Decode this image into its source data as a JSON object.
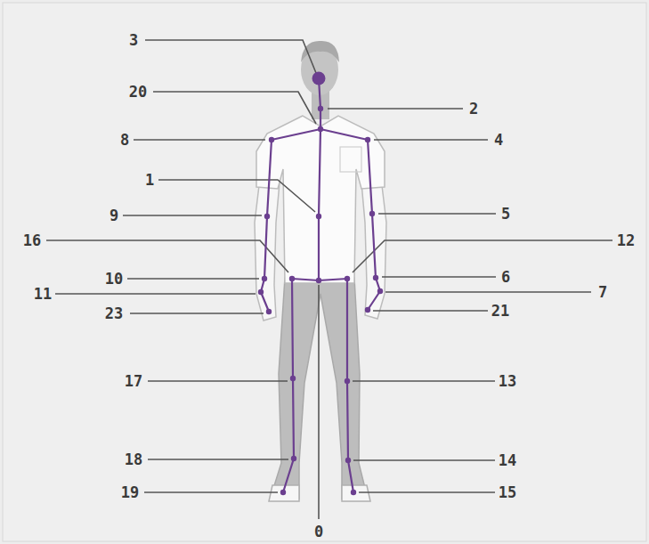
{
  "diagram": {
    "labels": [
      "3",
      "20",
      "2",
      "8",
      "4",
      "1",
      "9",
      "5",
      "16",
      "12",
      "10",
      "6",
      "11",
      "7",
      "23",
      "21",
      "17",
      "13",
      "18",
      "14",
      "19",
      "15",
      "0"
    ]
  }
}
